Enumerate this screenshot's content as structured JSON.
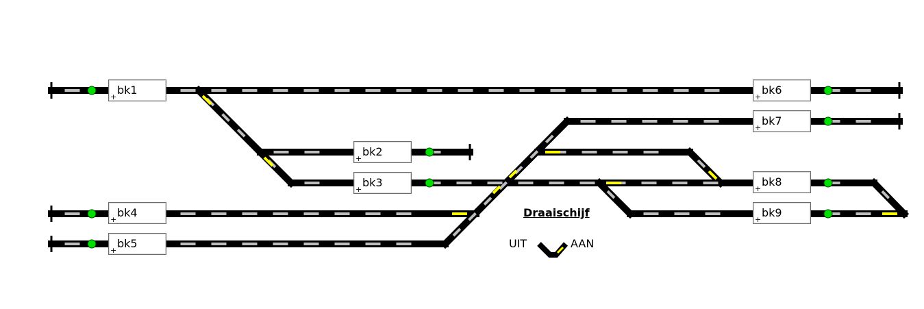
{
  "colors": {
    "track": "#000000",
    "tie": "#bdbdbd",
    "active": "#ffff00",
    "signal_green": "#00e000"
  },
  "blocks": [
    {
      "id": "bk1",
      "label": "bk1",
      "plus": "+"
    },
    {
      "id": "bk2",
      "label": "bk2",
      "plus": "+"
    },
    {
      "id": "bk3",
      "label": "bk3",
      "plus": "+"
    },
    {
      "id": "bk4",
      "label": "bk4",
      "plus": "+"
    },
    {
      "id": "bk5",
      "label": "bk5",
      "plus": "+"
    },
    {
      "id": "bk6",
      "label": "bk6",
      "plus": "+"
    },
    {
      "id": "bk7",
      "label": "bk7",
      "plus": "+"
    },
    {
      "id": "bk8",
      "label": "bk8",
      "plus": "+"
    },
    {
      "id": "bk9",
      "label": "bk9",
      "plus": "+"
    }
  ],
  "signals": [
    {
      "block": "bk1",
      "aspect": "green"
    },
    {
      "block": "bk2",
      "aspect": "green"
    },
    {
      "block": "bk3",
      "aspect": "green"
    },
    {
      "block": "bk4",
      "aspect": "green"
    },
    {
      "block": "bk5",
      "aspect": "green"
    },
    {
      "block": "bk6",
      "aspect": "green"
    },
    {
      "block": "bk7",
      "aspect": "green"
    },
    {
      "block": "bk8",
      "aspect": "green"
    },
    {
      "block": "bk9",
      "aspect": "green"
    }
  ],
  "turntable": {
    "title": "Draaischijf",
    "off_label": "UIT",
    "on_label": "AAN",
    "state": "AAN"
  }
}
